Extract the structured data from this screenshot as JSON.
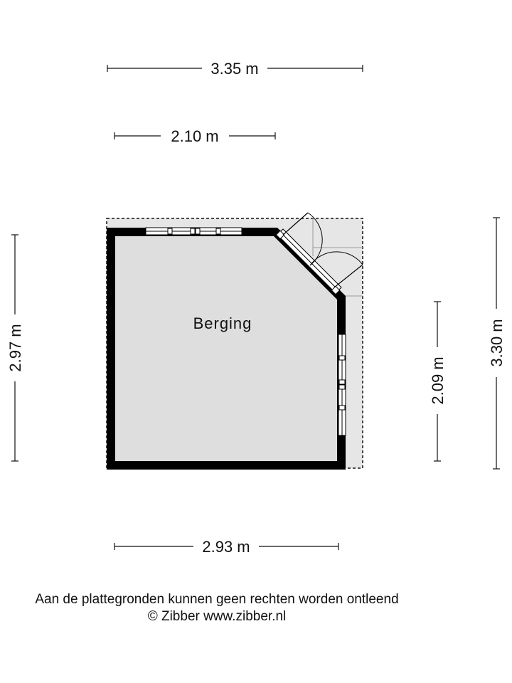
{
  "room": {
    "name": "Berging"
  },
  "dimensions": {
    "top_outer": "3.35 m",
    "top_inner": "2.10 m",
    "left": "2.97 m",
    "right_inner": "2.09 m",
    "right_outer": "3.30 m",
    "bottom": "2.93 m"
  },
  "footer": {
    "disclaimer": "Aan de plattegronden kunnen geen rechten worden ontleend",
    "copyright": "© Zibber www.zibber.nl"
  },
  "colors": {
    "wall": "#000000",
    "floor": "#dedede",
    "outside_area": "#e6e6e6",
    "line": "#111111"
  }
}
